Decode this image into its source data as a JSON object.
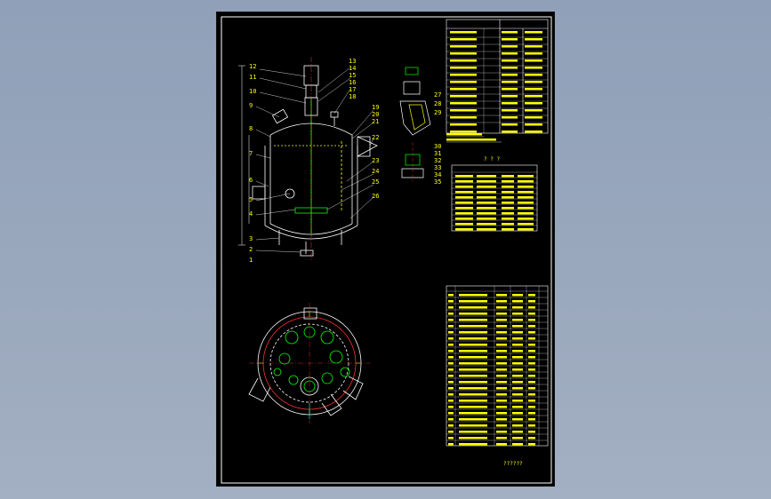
{
  "balloons_left": [
    "12",
    "11",
    "10",
    "9",
    "8",
    "7",
    "6",
    "5",
    "4",
    "3",
    "2",
    "1"
  ],
  "balloons_top": [
    "13",
    "14",
    "15",
    "16",
    "17",
    "18"
  ],
  "balloons_right": [
    "19",
    "20",
    "21",
    "22",
    "23",
    "24",
    "25",
    "26"
  ],
  "balloons_detail": [
    "27",
    "28",
    "29",
    "30",
    "31",
    "32",
    "33",
    "34",
    "35"
  ],
  "table_small_title": "? ? ?",
  "drawing_label": "??????",
  "colors": {
    "background_top": "#8fa0b8",
    "sheet": "#000000",
    "frame": "#ffffff",
    "line_white": "#ffffff",
    "line_yellow": "#ffff00",
    "line_green": "#00ff00",
    "line_red": "#ff3030",
    "line_cyan": "#00ffff"
  }
}
